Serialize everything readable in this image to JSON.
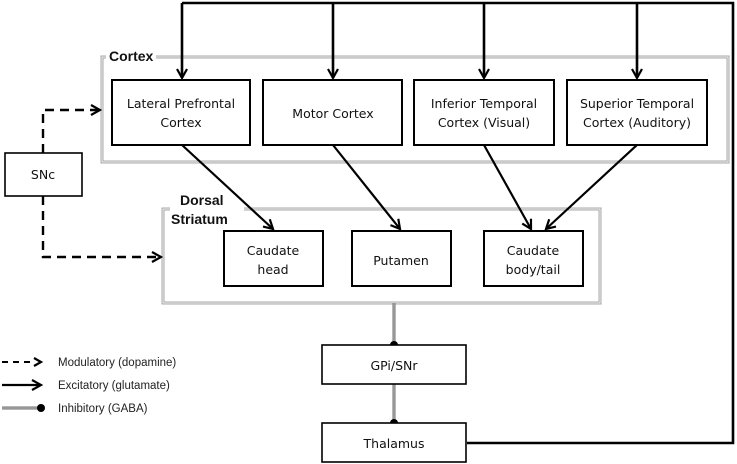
{
  "groups": {
    "cortex": {
      "label": "Cortex"
    },
    "striatum": {
      "label_line1": "Dorsal",
      "label_line2": "Striatum"
    }
  },
  "nodes": {
    "lpfc": {
      "line1": "Lateral Prefrontal",
      "line2": "Cortex"
    },
    "motor": {
      "line1": "Motor Cortex"
    },
    "itc": {
      "line1": "Inferior Temporal",
      "line2": "Cortex (Visual)"
    },
    "stc": {
      "line1": "Superior Temporal",
      "line2": "Cortex (Auditory)"
    },
    "snc": {
      "line1": "SNc"
    },
    "caudate_head": {
      "line1": "Caudate",
      "line2": "head"
    },
    "putamen": {
      "line1": "Putamen"
    },
    "caudate_body": {
      "line1": "Caudate",
      "line2": "body/tail"
    },
    "gpi": {
      "line1": "GPi/SNr"
    },
    "thalamus": {
      "line1": "Thalamus"
    }
  },
  "connections": [
    {
      "from": "Thalamus",
      "to": "Lateral Prefrontal Cortex",
      "type": "excitatory"
    },
    {
      "from": "Thalamus",
      "to": "Motor Cortex",
      "type": "excitatory"
    },
    {
      "from": "Thalamus",
      "to": "Inferior Temporal Cortex (Visual)",
      "type": "excitatory"
    },
    {
      "from": "Thalamus",
      "to": "Superior Temporal Cortex (Auditory)",
      "type": "excitatory"
    },
    {
      "from": "Lateral Prefrontal Cortex",
      "to": "Caudate head",
      "type": "excitatory"
    },
    {
      "from": "Motor Cortex",
      "to": "Putamen",
      "type": "excitatory"
    },
    {
      "from": "Inferior Temporal Cortex (Visual)",
      "to": "Caudate body/tail",
      "type": "excitatory"
    },
    {
      "from": "Superior Temporal Cortex (Auditory)",
      "to": "Caudate body/tail",
      "type": "excitatory"
    },
    {
      "from": "SNc",
      "to": "Cortex",
      "type": "modulatory"
    },
    {
      "from": "SNc",
      "to": "Dorsal Striatum",
      "type": "modulatory"
    },
    {
      "from": "Dorsal Striatum",
      "to": "GPi/SNr",
      "type": "inhibitory"
    },
    {
      "from": "GPi/SNr",
      "to": "Thalamus",
      "type": "inhibitory"
    }
  ],
  "legend": {
    "modulatory": "Modulatory (dopamine)",
    "excitatory": "Excitatory (glutamate)",
    "inhibitory": "Inhibitory (GABA)"
  },
  "colors": {
    "line": "#000000",
    "group_border": "#9a9a9a",
    "inhibitory_line": "#7a7a7a"
  }
}
